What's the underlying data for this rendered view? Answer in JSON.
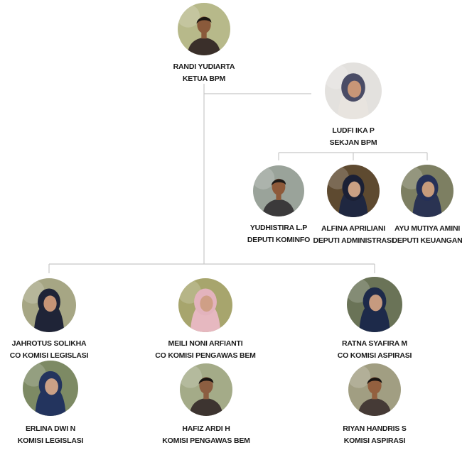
{
  "colors": {
    "line": "#c8c8c8",
    "text": "#1a1a1a",
    "background": "#ffffff"
  },
  "people": {
    "ketua": {
      "name": "RANDI YUDIARTA",
      "role": "KETUA BPM",
      "bg": "#b7b98a",
      "fg": "#3a2f2a",
      "skin": "#8a5a3b",
      "hair": "#1b1612",
      "hijab": false
    },
    "sekjan": {
      "name": "LUDFI IKA P",
      "role": "SEKJAN BPM",
      "bg": "#e3e1de",
      "fg": "#e8e4df",
      "skin": "#c89677",
      "hair": "#4a4c66",
      "hijab": true
    },
    "kominfo": {
      "name": "YUDHISTIRA L.P",
      "role": "DEPUTI KOMINFO",
      "bg": "#9aa39a",
      "fg": "#3b3a3b",
      "skin": "#8e5a3a",
      "hair": "#1e1a18",
      "hijab": false
    },
    "administrasi": {
      "name": "ALFINA APRILIANI",
      "role": "DEPUTI ADMINISTRASI",
      "bg": "#5e4a30",
      "fg": "#1f2740",
      "skin": "#caa083",
      "hair": "#1b2035",
      "hijab": true
    },
    "keuangan": {
      "name": "AYU MUTIYA AMINI",
      "role": "DEPUTI KEUANGAN",
      "bg": "#7d7f62",
      "fg": "#2a3352",
      "skin": "#c79b7b",
      "hair": "#253058",
      "hijab": true
    },
    "legislasi_co": {
      "name": "JAHROTUS SOLIKHA",
      "role": "CO KOMISI LEGISLASI",
      "bg": "#a6a684",
      "fg": "#1f2437",
      "skin": "#c79576",
      "hair": "#1f2437",
      "hijab": true
    },
    "pengawas_co": {
      "name": "MEILI NONI ARFIANTI",
      "role": "CO KOMISI PENGAWAS BEM",
      "bg": "#a7a56d",
      "fg": "#e6b8c0",
      "skin": "#cf9f86",
      "hair": "#e3b3bd",
      "hijab": true
    },
    "aspirasi_co": {
      "name": "RATNA SYAFIRA M",
      "role": "CO KOMISI ASPIRASI",
      "bg": "#6a7357",
      "fg": "#1d2a4a",
      "skin": "#c69a7f",
      "hair": "#1d2a4a",
      "hijab": true
    },
    "legislasi": {
      "name": "ERLINA DWI N",
      "role": "KOMISI LEGISLASI",
      "bg": "#7d8a64",
      "fg": "#23345e",
      "skin": "#caa086",
      "hair": "#23345e",
      "hijab": true
    },
    "pengawas": {
      "name": "HAFIZ ARDI H",
      "role": "KOMISI PENGAWAS BEM",
      "bg": "#a4ab88",
      "fg": "#3d3430",
      "skin": "#8c5e41",
      "hair": "#1a1512",
      "hijab": false
    },
    "aspirasi": {
      "name": "RIYAN HANDRIS S",
      "role": "KOMISI ASPIRASI",
      "bg": "#a19e82",
      "fg": "#453a36",
      "skin": "#93603f",
      "hair": "#1a1512",
      "hijab": false
    }
  }
}
